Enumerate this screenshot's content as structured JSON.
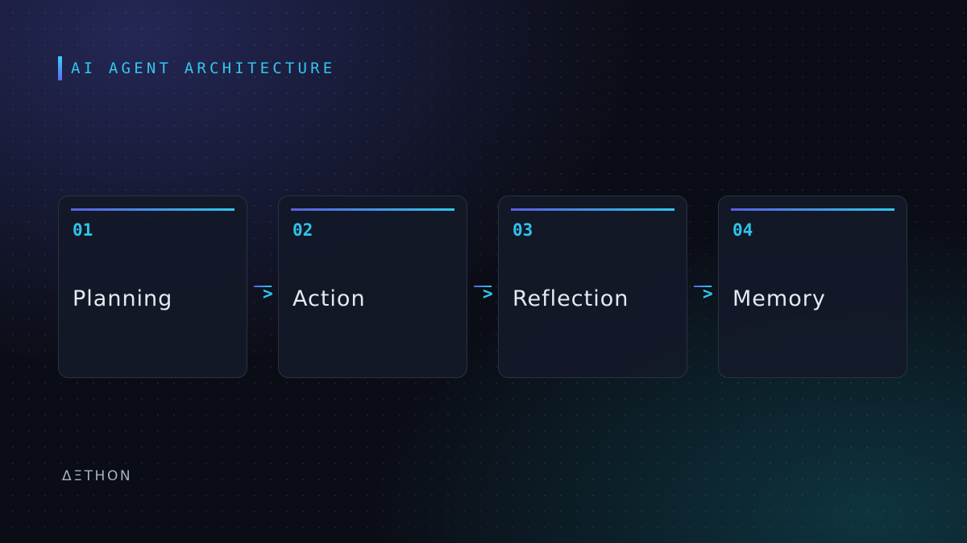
{
  "eyebrow": "AI AGENT ARCHITECTURE",
  "steps": [
    {
      "num": "01",
      "label": "Planning"
    },
    {
      "num": "02",
      "label": "Action"
    },
    {
      "num": "03",
      "label": "Reflection"
    },
    {
      "num": "04",
      "label": "Memory"
    }
  ],
  "connector_glyph": ">",
  "brand": "ΔΞTHON",
  "colors": {
    "accent_cyan": "#2fc3ea",
    "accent_indigo": "#5b5fe0",
    "card_bg": "#141928",
    "card_border": "#2a3142",
    "text_primary": "#e6e9f2",
    "background": "#0b0d16"
  },
  "icons": {
    "connector": "arrow-right-icon"
  }
}
